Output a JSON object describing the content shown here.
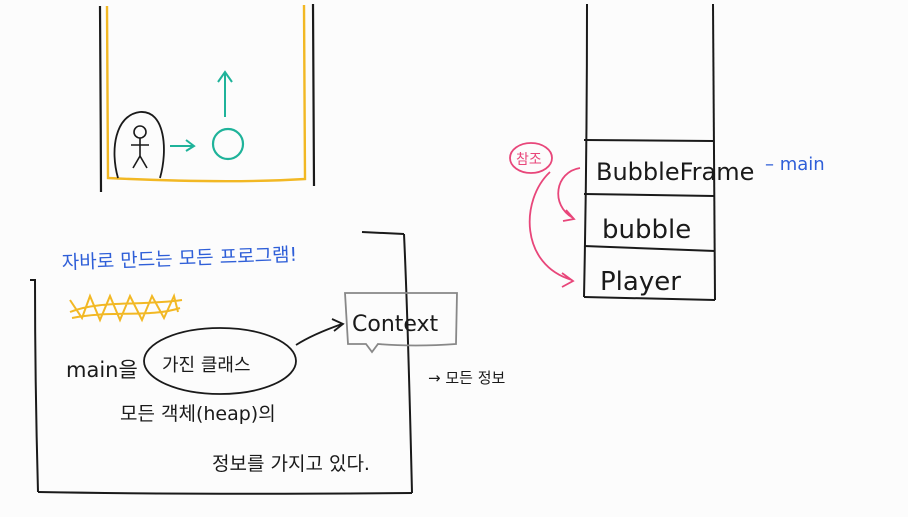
{
  "colors": {
    "ink": "#1a1a1a",
    "yellow": "#f2b824",
    "teal": "#1fb39a",
    "pink": "#e8467a",
    "blue": "#2f5fd8",
    "background": "#fcfcfc"
  },
  "game_sketch": {
    "player_icon": "stick-figure-icon",
    "arrow_right_icon": "arrow-right-icon",
    "bubble_icon": "bubble-circle-icon",
    "arrow_up_icon": "arrow-up-icon"
  },
  "notes": {
    "heading": "자바로 만드는 모든 프로그램!",
    "line1_pre": "main을",
    "circled": "가진 클래스",
    "context": "Context",
    "context_note": "→ 모든 정보",
    "line2": "모든 객체(heap)의",
    "line3": "정보를 가지고 있다."
  },
  "stack": {
    "reference_label": "참조",
    "frames": [
      "BubbleFrame",
      "bubble",
      "Player"
    ],
    "main_label": "– main"
  }
}
